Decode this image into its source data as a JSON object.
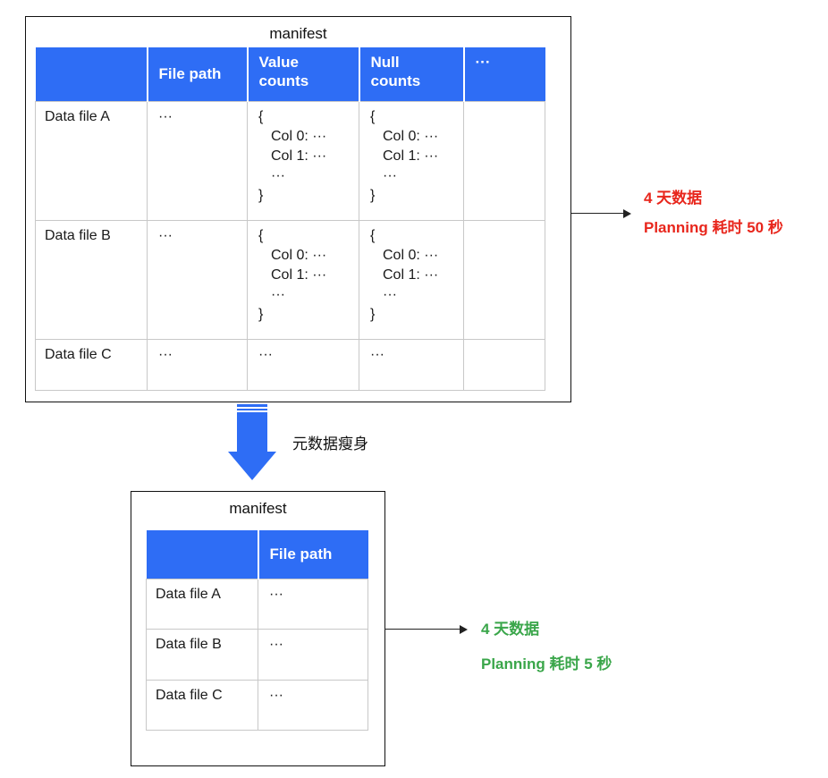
{
  "top_panel": {
    "title": "manifest",
    "headers": [
      "",
      "File path",
      "Value\ncounts",
      "Null\ncounts",
      "···"
    ],
    "rows": [
      {
        "name": "Data file A",
        "path": "···",
        "value_counts": [
          "{",
          "Col 0: ···",
          "Col 1: ···",
          "···",
          "}"
        ],
        "null_counts": [
          "{",
          "Col 0: ···",
          "Col 1: ···",
          "···",
          "}"
        ]
      },
      {
        "name": "Data file B",
        "path": "···",
        "value_counts": [
          "{",
          "Col 0: ···",
          "Col 1: ···",
          "···",
          "}"
        ],
        "null_counts": [
          "{",
          "Col 0: ···",
          "Col 1: ···",
          "···",
          "}"
        ]
      },
      {
        "name": "Data file C",
        "path": "···",
        "value_counts": [
          "···"
        ],
        "null_counts": [
          "···"
        ]
      }
    ],
    "note_color": "#e8261c",
    "note_lines": [
      "4 天数据",
      "Planning 耗时 50 秒"
    ]
  },
  "transition": {
    "label": "元数据瘦身",
    "color": "#2e6df5"
  },
  "bottom_panel": {
    "title": "manifest",
    "headers": [
      "",
      "File path"
    ],
    "rows": [
      {
        "name": "Data file A",
        "path": "···"
      },
      {
        "name": "Data file B",
        "path": "···"
      },
      {
        "name": "Data file C",
        "path": "···"
      }
    ],
    "note_color": "#3aa64a",
    "note_lines": [
      "4 天数据",
      "Planning 耗时 5 秒"
    ]
  },
  "colors": {
    "header_blue": "#2e6df5",
    "grid_gray": "#c8c8c8"
  }
}
